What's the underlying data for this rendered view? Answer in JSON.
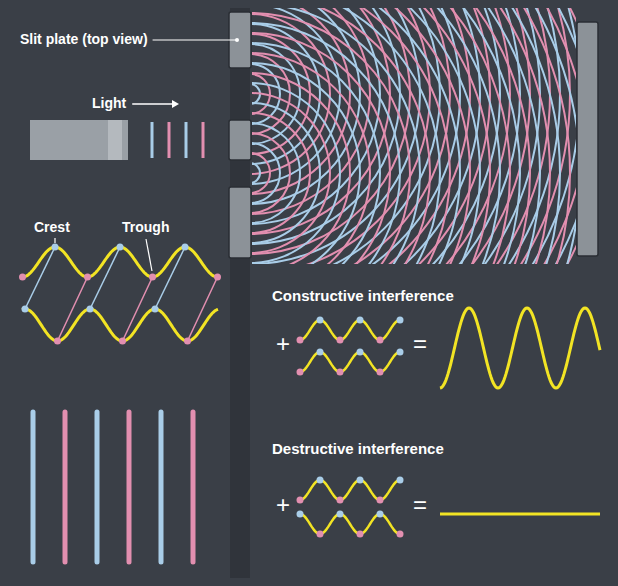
{
  "diagram": {
    "labels": [
      "Slit plate (top view)",
      "Light",
      "Crest",
      "Trough",
      "Constructive interference",
      "+",
      "=",
      "Destructive interference",
      "+",
      "="
    ]
  }
}
